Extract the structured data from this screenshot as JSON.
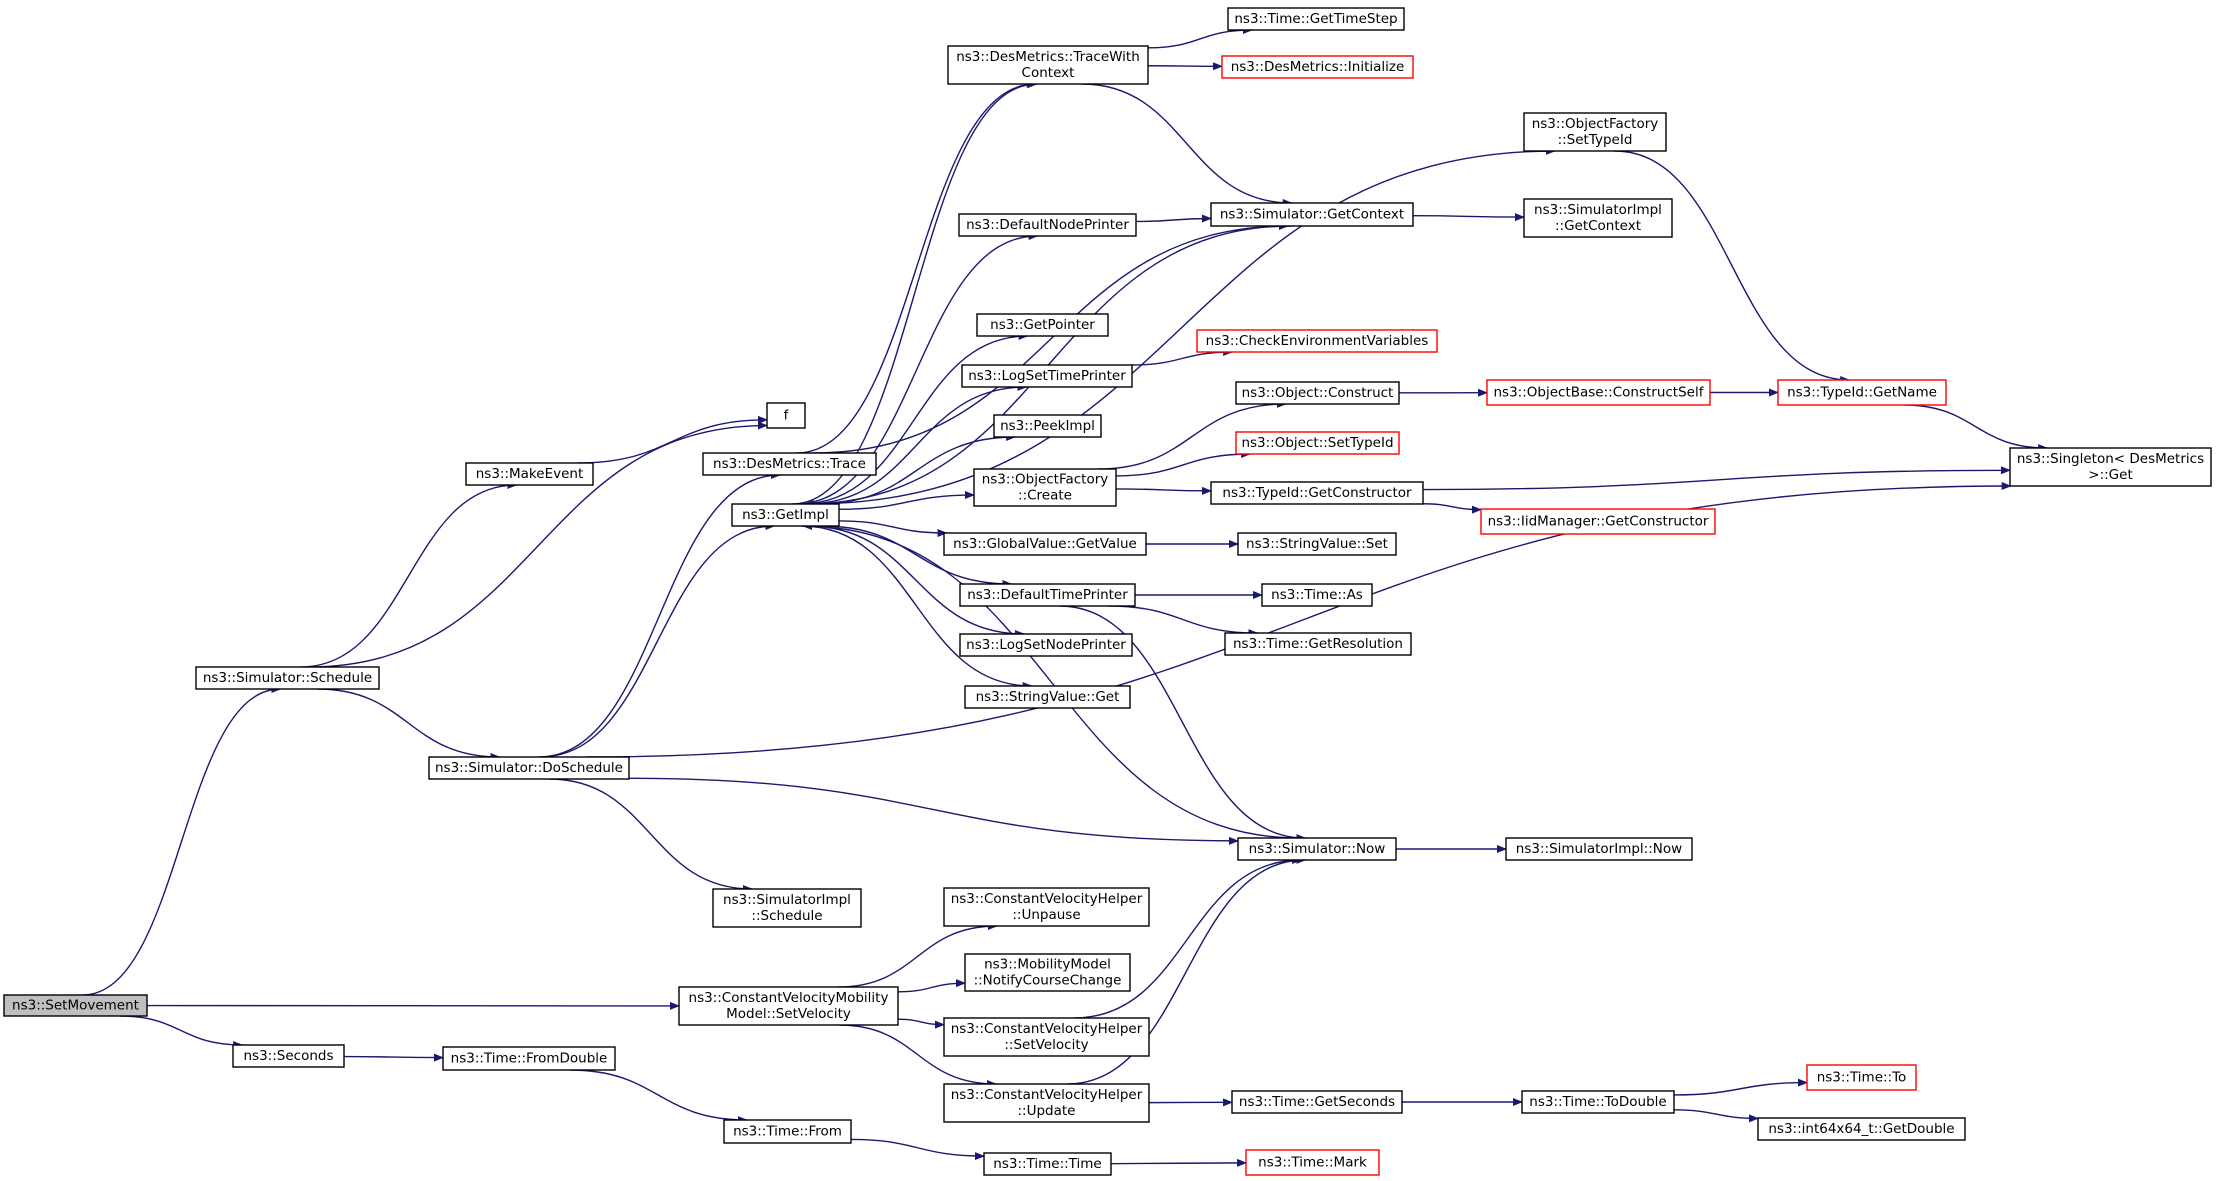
{
  "colors": {
    "edge": "#191970",
    "node_border": "#000000",
    "node_border_undocumented": "#ff0000",
    "root_fill": "#bfbfbf",
    "node_fill": "#ffffff"
  },
  "nodes": [
    {
      "id": "setmovement",
      "lines": [
        "ns3::SetMovement"
      ],
      "kind": "root"
    },
    {
      "id": "schedule",
      "lines": [
        "ns3::Simulator::Schedule"
      ],
      "kind": "normal"
    },
    {
      "id": "makeevent",
      "lines": [
        "ns3::MakeEvent"
      ],
      "kind": "normal"
    },
    {
      "id": "f",
      "lines": [
        "f"
      ],
      "kind": "normal"
    },
    {
      "id": "doschedule",
      "lines": [
        "ns3::Simulator::DoSchedule"
      ],
      "kind": "normal"
    },
    {
      "id": "destrace",
      "lines": [
        "ns3::DesMetrics::Trace"
      ],
      "kind": "normal"
    },
    {
      "id": "getimpl",
      "lines": [
        "ns3::GetImpl"
      ],
      "kind": "normal"
    },
    {
      "id": "simimplschedule",
      "lines": [
        "ns3::SimulatorImpl",
        "::Schedule"
      ],
      "kind": "normal"
    },
    {
      "id": "seconds",
      "lines": [
        "ns3::Seconds"
      ],
      "kind": "normal"
    },
    {
      "id": "fromdouble",
      "lines": [
        "ns3::Time::FromDouble"
      ],
      "kind": "normal"
    },
    {
      "id": "timefrom",
      "lines": [
        "ns3::Time::From"
      ],
      "kind": "normal"
    },
    {
      "id": "cvmsetvelocity",
      "lines": [
        "ns3::ConstantVelocityMobility",
        "Model::SetVelocity"
      ],
      "kind": "normal"
    },
    {
      "id": "tracewithcontext",
      "lines": [
        "ns3::DesMetrics::TraceWith",
        "Context"
      ],
      "kind": "normal"
    },
    {
      "id": "defaultnodeprinter",
      "lines": [
        "ns3::DefaultNodePrinter"
      ],
      "kind": "normal"
    },
    {
      "id": "getpointer",
      "lines": [
        "ns3::GetPointer"
      ],
      "kind": "normal"
    },
    {
      "id": "logsettimeprinter",
      "lines": [
        "ns3::LogSetTimePrinter"
      ],
      "kind": "normal"
    },
    {
      "id": "peekimpl",
      "lines": [
        "ns3::PeekImpl"
      ],
      "kind": "normal"
    },
    {
      "id": "objfactorycreate",
      "lines": [
        "ns3::ObjectFactory",
        "::Create"
      ],
      "kind": "normal"
    },
    {
      "id": "globalvaluegetvalue",
      "lines": [
        "ns3::GlobalValue::GetValue"
      ],
      "kind": "normal"
    },
    {
      "id": "defaulttimeprinter",
      "lines": [
        "ns3::DefaultTimePrinter"
      ],
      "kind": "normal"
    },
    {
      "id": "logsetnodeprinter",
      "lines": [
        "ns3::LogSetNodePrinter"
      ],
      "kind": "normal"
    },
    {
      "id": "stringvalueget",
      "lines": [
        "ns3::StringValue::Get"
      ],
      "kind": "normal"
    },
    {
      "id": "cvhunpause",
      "lines": [
        "ns3::ConstantVelocityHelper",
        "::Unpause"
      ],
      "kind": "normal"
    },
    {
      "id": "notifycoursechange",
      "lines": [
        "ns3::MobilityModel",
        "::NotifyCourseChange"
      ],
      "kind": "normal"
    },
    {
      "id": "cvhsetvelocity",
      "lines": [
        "ns3::ConstantVelocityHelper",
        "::SetVelocity"
      ],
      "kind": "normal"
    },
    {
      "id": "cvhupdate",
      "lines": [
        "ns3::ConstantVelocityHelper",
        "::Update"
      ],
      "kind": "normal"
    },
    {
      "id": "timetime",
      "lines": [
        "ns3::Time::Time"
      ],
      "kind": "normal"
    },
    {
      "id": "gettimestep",
      "lines": [
        "ns3::Time::GetTimeStep"
      ],
      "kind": "normal"
    },
    {
      "id": "desinitialize",
      "lines": [
        "ns3::DesMetrics::Initialize"
      ],
      "kind": "undocumented"
    },
    {
      "id": "simgetcontext",
      "lines": [
        "ns3::Simulator::GetContext"
      ],
      "kind": "normal"
    },
    {
      "id": "checkenv",
      "lines": [
        "ns3::CheckEnvironmentVariables"
      ],
      "kind": "undocumented"
    },
    {
      "id": "objectconstruct",
      "lines": [
        "ns3::Object::Construct"
      ],
      "kind": "normal"
    },
    {
      "id": "objectsettypeid",
      "lines": [
        "ns3::Object::SetTypeId"
      ],
      "kind": "undocumented"
    },
    {
      "id": "typeidgetconstructor",
      "lines": [
        "ns3::TypeId::GetConstructor"
      ],
      "kind": "normal"
    },
    {
      "id": "stringvalueset",
      "lines": [
        "ns3::StringValue::Set"
      ],
      "kind": "normal"
    },
    {
      "id": "timeas",
      "lines": [
        "ns3::Time::As"
      ],
      "kind": "normal"
    },
    {
      "id": "timegetresolution",
      "lines": [
        "ns3::Time::GetResolution"
      ],
      "kind": "normal"
    },
    {
      "id": "simnow",
      "lines": [
        "ns3::Simulator::Now"
      ],
      "kind": "normal"
    },
    {
      "id": "timegetseconds",
      "lines": [
        "ns3::Time::GetSeconds"
      ],
      "kind": "normal"
    },
    {
      "id": "timemark",
      "lines": [
        "ns3::Time::Mark"
      ],
      "kind": "undocumented"
    },
    {
      "id": "objfactorysettypeid",
      "lines": [
        "ns3::ObjectFactory",
        "::SetTypeId"
      ],
      "kind": "normal"
    },
    {
      "id": "simimplgetcontext",
      "lines": [
        "ns3::SimulatorImpl",
        "::GetContext"
      ],
      "kind": "normal"
    },
    {
      "id": "constructself",
      "lines": [
        "ns3::ObjectBase::ConstructSelf"
      ],
      "kind": "undocumented"
    },
    {
      "id": "iidmanagergetconstructor",
      "lines": [
        "ns3::IidManager::GetConstructor"
      ],
      "kind": "undocumented"
    },
    {
      "id": "simimplnow",
      "lines": [
        "ns3::SimulatorImpl::Now"
      ],
      "kind": "normal"
    },
    {
      "id": "timetodouble",
      "lines": [
        "ns3::Time::ToDouble"
      ],
      "kind": "normal"
    },
    {
      "id": "typeidgetname",
      "lines": [
        "ns3::TypeId::GetName"
      ],
      "kind": "undocumented"
    },
    {
      "id": "timeto",
      "lines": [
        "ns3::Time::To"
      ],
      "kind": "undocumented"
    },
    {
      "id": "int64getdouble",
      "lines": [
        "ns3::int64x64_t::GetDouble"
      ],
      "kind": "normal"
    },
    {
      "id": "singletonget",
      "lines": [
        "ns3::Singleton< DesMetrics",
        " >::Get"
      ],
      "kind": "normal"
    }
  ],
  "edges": [
    [
      "setmovement",
      "schedule"
    ],
    [
      "setmovement",
      "cvmsetvelocity"
    ],
    [
      "setmovement",
      "seconds"
    ],
    [
      "schedule",
      "makeevent"
    ],
    [
      "schedule",
      "f"
    ],
    [
      "schedule",
      "doschedule"
    ],
    [
      "makeevent",
      "f"
    ],
    [
      "doschedule",
      "destrace"
    ],
    [
      "doschedule",
      "getimpl"
    ],
    [
      "doschedule",
      "simimplschedule"
    ],
    [
      "doschedule",
      "simnow"
    ],
    [
      "doschedule",
      "singletonget"
    ],
    [
      "destrace",
      "tracewithcontext"
    ],
    [
      "destrace",
      "simgetcontext"
    ],
    [
      "getimpl",
      "tracewithcontext"
    ],
    [
      "getimpl",
      "objfactorysettypeid"
    ],
    [
      "getimpl",
      "defaultnodeprinter"
    ],
    [
      "getimpl",
      "getpointer"
    ],
    [
      "getimpl",
      "logsettimeprinter"
    ],
    [
      "getimpl",
      "peekimpl"
    ],
    [
      "getimpl",
      "objfactorycreate"
    ],
    [
      "getimpl",
      "globalvaluegetvalue"
    ],
    [
      "getimpl",
      "defaulttimeprinter"
    ],
    [
      "getimpl",
      "logsetnodeprinter"
    ],
    [
      "getimpl",
      "stringvalueget"
    ],
    [
      "simgetcontext",
      "getimpl"
    ],
    [
      "simnow",
      "getimpl"
    ],
    [
      "tracewithcontext",
      "gettimestep"
    ],
    [
      "tracewithcontext",
      "desinitialize"
    ],
    [
      "tracewithcontext",
      "simgetcontext"
    ],
    [
      "defaultnodeprinter",
      "simgetcontext"
    ],
    [
      "simgetcontext",
      "simimplgetcontext"
    ],
    [
      "logsettimeprinter",
      "checkenv"
    ],
    [
      "objfactorycreate",
      "objectconstruct"
    ],
    [
      "objfactorycreate",
      "objectsettypeid"
    ],
    [
      "objfactorycreate",
      "typeidgetconstructor"
    ],
    [
      "objectconstruct",
      "constructself"
    ],
    [
      "constructself",
      "typeidgetname"
    ],
    [
      "typeidgetconstructor",
      "singletonget"
    ],
    [
      "typeidgetconstructor",
      "iidmanagergetconstructor"
    ],
    [
      "objfactorysettypeid",
      "typeidgetname"
    ],
    [
      "typeidgetname",
      "singletonget"
    ],
    [
      "globalvaluegetvalue",
      "stringvalueset"
    ],
    [
      "defaulttimeprinter",
      "timeas"
    ],
    [
      "defaulttimeprinter",
      "timegetresolution"
    ],
    [
      "defaulttimeprinter",
      "simnow"
    ],
    [
      "simnow",
      "simimplnow"
    ],
    [
      "seconds",
      "fromdouble"
    ],
    [
      "fromdouble",
      "timefrom"
    ],
    [
      "timefrom",
      "timetime"
    ],
    [
      "timetime",
      "timemark"
    ],
    [
      "cvmsetvelocity",
      "cvhunpause"
    ],
    [
      "cvmsetvelocity",
      "notifycoursechange"
    ],
    [
      "cvmsetvelocity",
      "cvhsetvelocity"
    ],
    [
      "cvmsetvelocity",
      "cvhupdate"
    ],
    [
      "cvhsetvelocity",
      "simnow"
    ],
    [
      "cvhupdate",
      "simnow"
    ],
    [
      "cvhupdate",
      "timegetseconds"
    ],
    [
      "timegetseconds",
      "timetodouble"
    ],
    [
      "timetodouble",
      "timeto"
    ],
    [
      "timetodouble",
      "int64getdouble"
    ]
  ]
}
